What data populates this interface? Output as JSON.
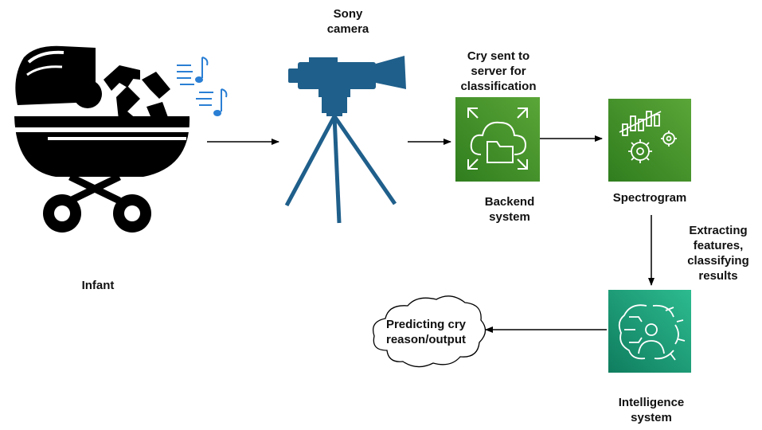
{
  "nodes": {
    "infant": {
      "label": "Infant"
    },
    "camera": {
      "label_line1": "Sony",
      "label_line2": "camera"
    },
    "upload": {
      "label_line1": "Cry sent to",
      "label_line2": "server for",
      "label_line3": "classification"
    },
    "backend": {
      "label_line1": "Backend",
      "label_line2": "system",
      "icon": "cloud-folder-icon",
      "color": "#3f8624"
    },
    "spectrogram": {
      "label": "Spectrogram",
      "icon": "chart-gears-icon",
      "color": "#3f8624"
    },
    "extract": {
      "label_line1": "Extracting",
      "label_line2": "features,",
      "label_line3": "classifying",
      "label_line4": "results"
    },
    "intelligence": {
      "label_line1": "Intelligence",
      "label_line2": "system",
      "icon": "brain-gear-icon",
      "color": "#1a9c78"
    },
    "output": {
      "label_line1": "Predicting cry",
      "label_line2": "reason/output",
      "shape": "cloud"
    }
  },
  "colors": {
    "camera": "#1f5f8b",
    "music": "#2a7fd4",
    "stroller": "#000000",
    "arrow": "#000000"
  }
}
